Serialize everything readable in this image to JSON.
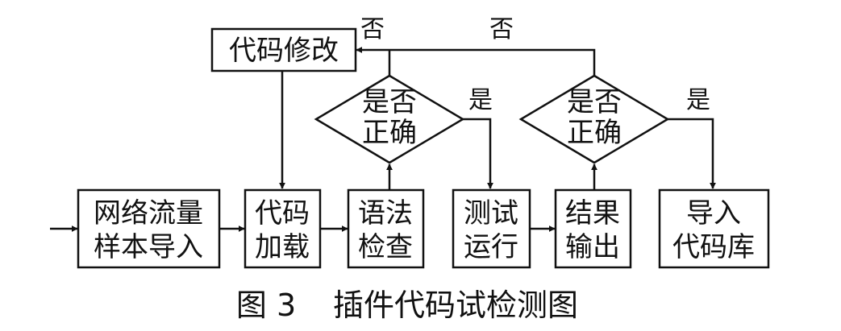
{
  "diagram": {
    "nodes": {
      "sample_import": {
        "lines": [
          "网络流量",
          "样本导入"
        ]
      },
      "code_load": {
        "lines": [
          "代码",
          "加载"
        ]
      },
      "syntax_check": {
        "lines": [
          "语法",
          "检查"
        ]
      },
      "test_run": {
        "lines": [
          "测试",
          "运行"
        ]
      },
      "result_output": {
        "lines": [
          "结果",
          "输出"
        ]
      },
      "import_library": {
        "lines": [
          "导入",
          "代码库"
        ]
      },
      "code_modify": {
        "lines": [
          "代码修改"
        ]
      },
      "decision_1": {
        "lines": [
          "是否",
          "正确"
        ]
      },
      "decision_2": {
        "lines": [
          "是否",
          "正确"
        ]
      }
    },
    "edge_labels": {
      "no_1": "否",
      "no_2": "否",
      "yes_1": "是",
      "yes_2": "是"
    },
    "caption": {
      "figure_number": "图 3",
      "title": "插件代码试检测图"
    },
    "colors": {
      "stroke": "#111111",
      "background": "#ffffff"
    }
  }
}
